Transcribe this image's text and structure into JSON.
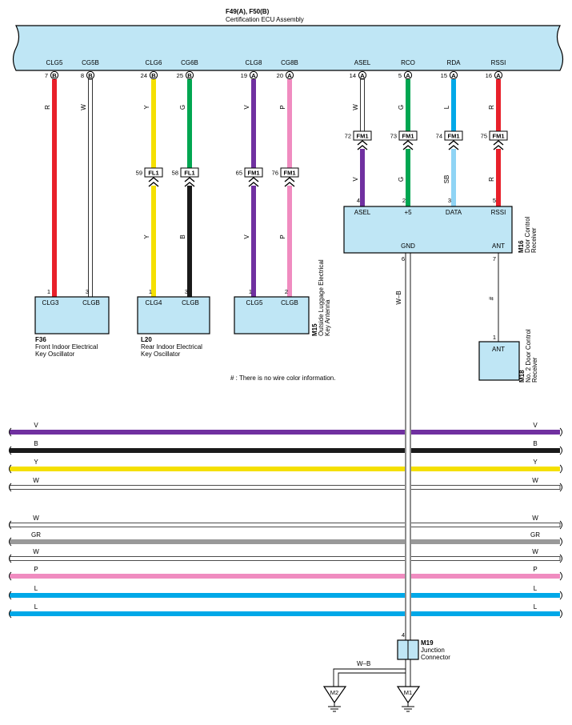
{
  "ecu": {
    "code": "F49(A), F50(B)",
    "name": "Certification ECU Assembly",
    "terminals": [
      {
        "name": "CLG5",
        "pin": "7",
        "conn": "B"
      },
      {
        "name": "CG5B",
        "pin": "8",
        "conn": "B"
      },
      {
        "name": "CLG6",
        "pin": "24",
        "conn": "B"
      },
      {
        "name": "CG6B",
        "pin": "25",
        "conn": "B"
      },
      {
        "name": "CLG8",
        "pin": "19",
        "conn": "A"
      },
      {
        "name": "CG8B",
        "pin": "20",
        "conn": "A"
      },
      {
        "name": "ASEL",
        "pin": "14",
        "conn": "A"
      },
      {
        "name": "RCO",
        "pin": "5",
        "conn": "A"
      },
      {
        "name": "RDA",
        "pin": "15",
        "conn": "A"
      },
      {
        "name": "RSSI",
        "pin": "16",
        "conn": "A"
      }
    ]
  },
  "wire_colors": {
    "R": "#e8202a",
    "W": "#ffffff",
    "Y": "#f5e000",
    "G": "#00a651",
    "V": "#7030a0",
    "P": "#f08cc0",
    "L": "#00a8e8",
    "SB": "#8fd4f5",
    "B": "#1a1a1a",
    "GR": "#999999"
  },
  "top_wires": [
    "R",
    "W",
    "Y",
    "G",
    "V",
    "P",
    "W",
    "G",
    "L",
    "R"
  ],
  "fl1": {
    "name": "FL1",
    "rows": [
      {
        "pin": "59",
        "lower_color": "Y"
      },
      {
        "pin": "58",
        "lower_color": "B"
      }
    ]
  },
  "fm1_mid": {
    "name": "FM1",
    "rows": [
      {
        "pin": "65",
        "lower_color": "V"
      },
      {
        "pin": "76",
        "lower_color": "P"
      }
    ]
  },
  "fm1_top": {
    "name": "FM1",
    "rows": [
      {
        "pin": "72",
        "lower_color": "V"
      },
      {
        "pin": "73",
        "lower_color": "G"
      },
      {
        "pin": "74",
        "lower_color": "SB"
      },
      {
        "pin": "75",
        "lower_color": "R"
      }
    ]
  },
  "f36": {
    "code": "F36",
    "name_line1": "Front Indoor Electrical",
    "name_line2": "Key Oscillator",
    "pins": [
      {
        "pin": "1",
        "name": "CLG3"
      },
      {
        "pin": "3",
        "name": "CLGB"
      }
    ]
  },
  "l20": {
    "code": "L20",
    "name_line1": "Rear Indoor Electrical",
    "name_line2": "Key Oscillator",
    "pins": [
      {
        "pin": "1",
        "name": "CLG4"
      },
      {
        "pin": "3",
        "name": "CLGB"
      }
    ]
  },
  "m15": {
    "code": "M15",
    "name_line1": "Outside Luggage Electrical",
    "name_line2": "Key Antenna",
    "pins": [
      {
        "pin": "1",
        "name": "CLG5"
      },
      {
        "pin": "2",
        "name": "CLGB"
      }
    ]
  },
  "m16": {
    "code": "M16",
    "name_line1": "Door Control",
    "name_line2": "Receiver",
    "top_pins": [
      {
        "pin": "4",
        "name": "ASEL"
      },
      {
        "pin": "2",
        "name": "+5"
      },
      {
        "pin": "3",
        "name": "DATA"
      },
      {
        "pin": "5",
        "name": "RSSI"
      }
    ],
    "bottom_pins": [
      {
        "pin": "6",
        "name": "GND"
      },
      {
        "pin": "7",
        "name": "ANT"
      }
    ]
  },
  "m18": {
    "code": "M18",
    "name_line1": "No. 2 Door Control",
    "name_line2": "Receiver",
    "pin": "1",
    "pin_name": "ANT"
  },
  "ant_wire_label": "#",
  "note": "# : There is no wire color information.",
  "gnd_wire_label": "W–B",
  "harness_wires": [
    "V",
    "B",
    "Y",
    "W",
    "W",
    "GR",
    "W",
    "P",
    "L",
    "L"
  ],
  "m19": {
    "code": "M19",
    "name_line1": "Junction",
    "name_line2": "Connector",
    "pin": "4"
  },
  "ground_wire_label": "W–B",
  "grounds": [
    "M2",
    "M1"
  ]
}
